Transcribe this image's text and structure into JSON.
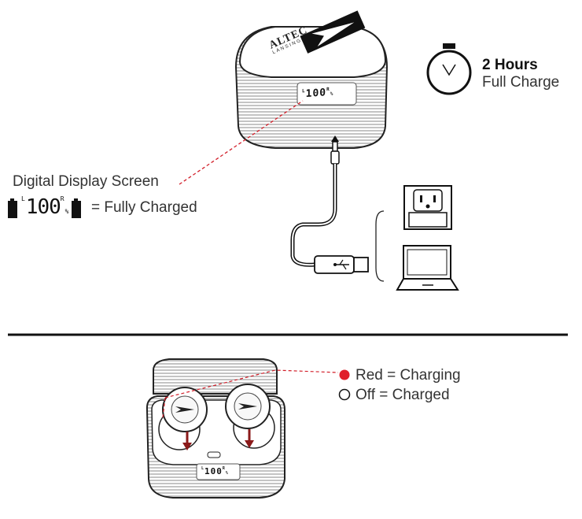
{
  "top": {
    "brand_line1": "ALTEC",
    "brand_line2": "LANSING",
    "case_display": {
      "left": "L",
      "value": "100",
      "right": "R",
      "unit": "%"
    },
    "timer": {
      "hours": "2 Hours",
      "caption": "Full Charge"
    },
    "display_label": "Digital Display Screen",
    "legend_display": {
      "left": "L",
      "value": "100",
      "right": "R",
      "unit": "%"
    },
    "legend_text": "= Fully Charged"
  },
  "bottom": {
    "case_display": {
      "left": "L",
      "value": "100",
      "right": "R",
      "unit": "%"
    },
    "led_red_label": "Red = Charging",
    "led_off_label": "Off = Charged",
    "led_red_color": "#e0202a"
  },
  "colors": {
    "leader_line": "#d21f2a",
    "divider": "#111111",
    "arrow": "#8b1a1a"
  }
}
